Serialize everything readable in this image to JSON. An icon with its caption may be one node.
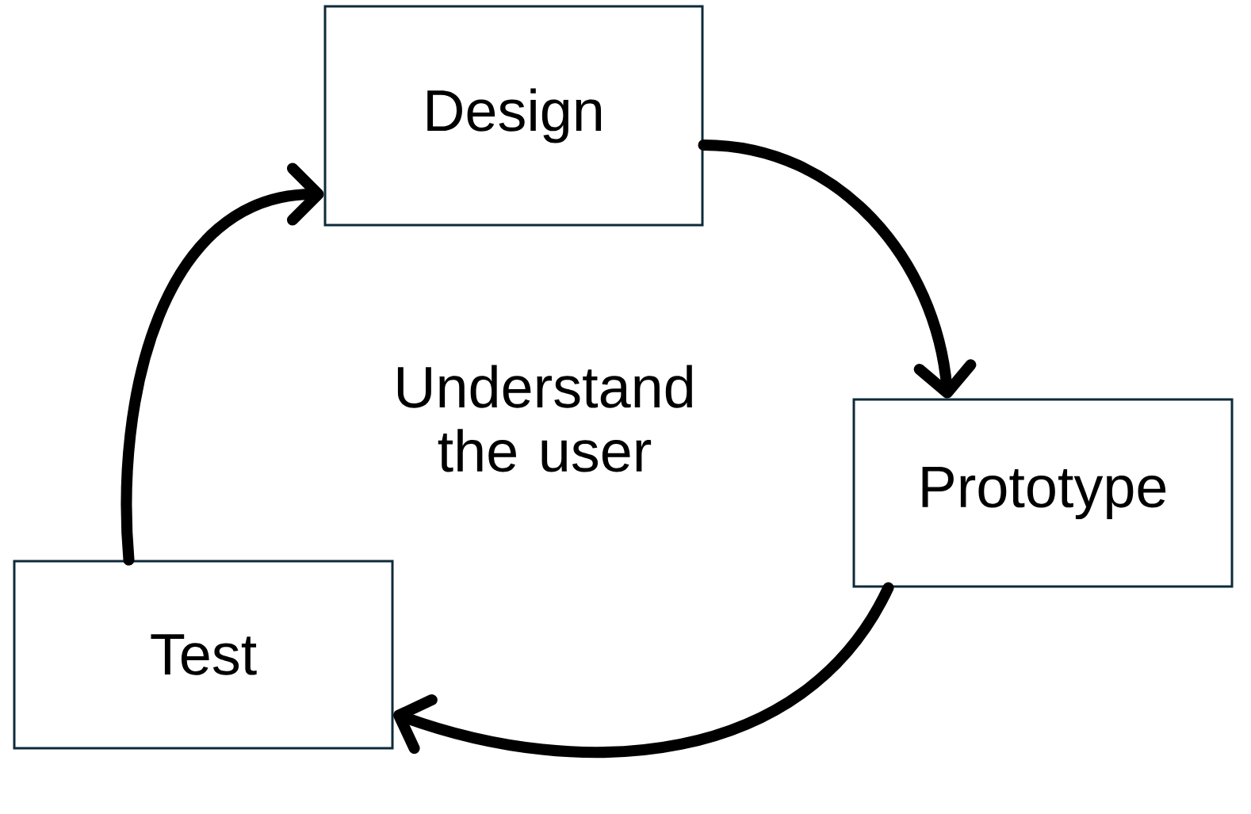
{
  "diagram": {
    "nodes": [
      {
        "text": [
          "Design"
        ]
      },
      {
        "text": [
          "Prototype"
        ]
      },
      {
        "text": [
          "Test"
        ]
      }
    ],
    "edges": [
      {
        "from": 0,
        "to": 1,
        "arrow": "to"
      },
      {
        "from": 1,
        "to": 2,
        "arrow": "to"
      },
      {
        "from": 2,
        "to": 0,
        "arrow": "to"
      }
    ],
    "labels": [
      "Understand the user"
    ]
  }
}
